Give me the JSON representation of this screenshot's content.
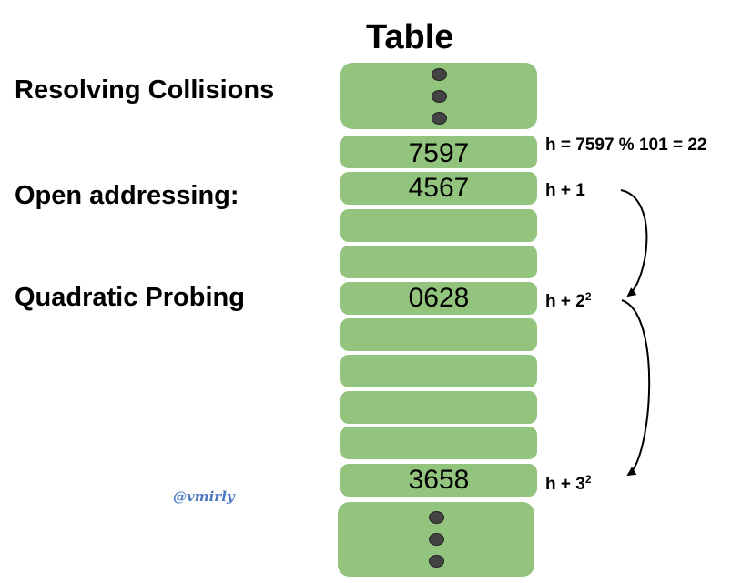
{
  "title": "Table",
  "labels": {
    "resolving": "Resolving Collisions",
    "open": "Open addressing:",
    "quadratic": "Quadratic Probing"
  },
  "watermark": "@vmirly",
  "cells": {
    "c1": "7597",
    "c2": "4567",
    "c5": "0628",
    "c10": "3658"
  },
  "formulas": {
    "hash": "h = 7597 % 101 = 22",
    "probe1": "h + 1",
    "probe2_base": "h + 2",
    "probe2_exp": "2",
    "probe3_base": "h + 3",
    "probe3_exp": "2"
  },
  "colors": {
    "cell_fill": "#93c47d",
    "dot_fill": "#434343",
    "watermark": "#4a78c2"
  }
}
